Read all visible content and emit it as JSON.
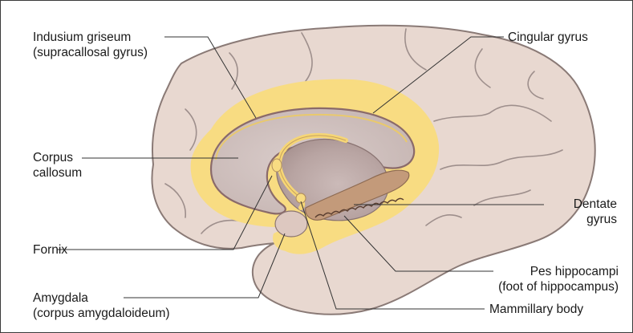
{
  "labels": {
    "indusium": {
      "line1": "Indusium griseum",
      "line2": "(supracallosal gyrus)"
    },
    "cingular": {
      "line1": "Cingular gyrus"
    },
    "corpus_callosum": {
      "line1": "Corpus",
      "line2": "callosum"
    },
    "dentate": {
      "line1": "Dentate",
      "line2": "gyrus"
    },
    "fornix": {
      "line1": "Fornix"
    },
    "pes": {
      "line1": "Pes hippocampi",
      "line2": "(foot of hippocampus)"
    },
    "amygdala": {
      "line1": "Amygdala",
      "line2": "(corpus amygdaloideum)"
    },
    "mammillary": {
      "line1": "Mammillary body"
    }
  },
  "colors": {
    "brain_fill": "#e8d8d0",
    "brain_outline": "#8a7a76",
    "limbic_yellow": "#f8dc82",
    "callosum_fill": "#cfc0bd",
    "diencephalon_fill": "#b9a6a4",
    "fornix_yellow": "#f6d675",
    "leader_line": "#333333"
  }
}
